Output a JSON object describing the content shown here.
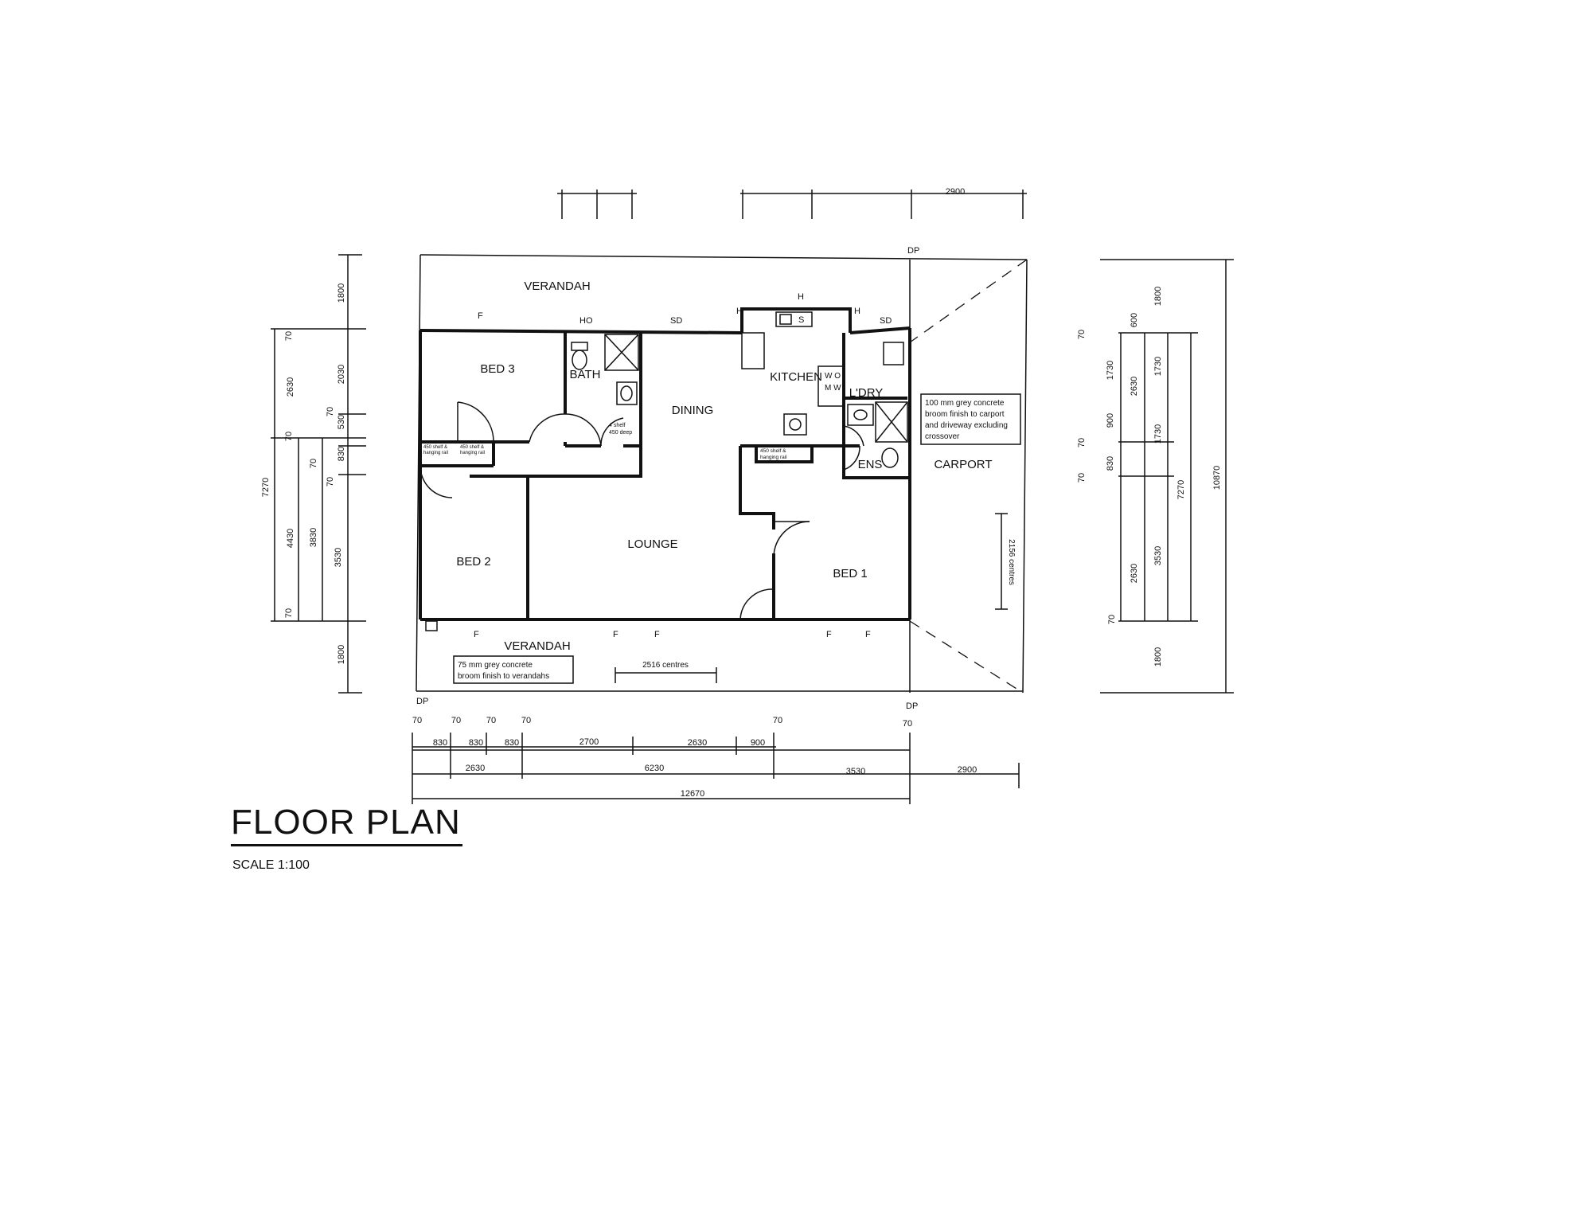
{
  "title": "FLOOR PLAN",
  "scale": "SCALE 1:100",
  "rooms": {
    "verandah_top": "VERANDAH",
    "verandah_bottom": "VERANDAH",
    "bed3": "BED 3",
    "bath": "BATH",
    "dining": "DINING",
    "kitchen": "KITCHEN",
    "laundry": "L'DRY",
    "ensuite": "ENS",
    "carport": "CARPORT",
    "bed2": "BED 2",
    "lounge": "LOUNGE",
    "bed1": "BED 1"
  },
  "notes": {
    "carport": [
      "100 mm grey concrete",
      "broom finish to carport",
      "and driveway excluding",
      "crossover"
    ],
    "verandah": [
      "75 mm grey concrete",
      "broom finish to verandahs"
    ],
    "centres_bottom": "2516 centres",
    "centres_right": "2156 centres",
    "shelf_bath": [
      "4 shelf",
      "450 deep"
    ],
    "shelf_bed3": [
      "450 shelf &",
      "hanging rail"
    ],
    "shelf_bed2": [
      "450 shelf &",
      "hanging rail"
    ],
    "shelf_bed1": [
      "450 shelf &",
      "hanging rail"
    ],
    "wo": "W O",
    "mw": "M W"
  },
  "labels": {
    "f": "F",
    "ho": "HO",
    "h": "H",
    "sd": "SD",
    "dp": "DP",
    "s": "S"
  },
  "dims": {
    "bottom_row1": [
      "70",
      "70",
      "70",
      "70",
      "70",
      "70"
    ],
    "bottom_row2": [
      "830",
      "830",
      "830",
      "2700",
      "2630",
      "900"
    ],
    "bottom_row3": [
      "2630",
      "6230",
      "3530",
      "2900"
    ],
    "bottom_total": "12670",
    "top_partial": "2900",
    "left_outer": [
      "1800",
      "7270",
      "1800"
    ],
    "left_inner": [
      "70",
      "2630",
      "70",
      "4430",
      "70"
    ],
    "left_mid": [
      "2030",
      "70",
      "530",
      "70",
      "830",
      "70",
      "3830",
      "3530"
    ],
    "right_inner": [
      "70",
      "600",
      "1730",
      "2630",
      "900",
      "1730",
      "830",
      "1730",
      "70",
      "70",
      "2630",
      "3530",
      "70"
    ],
    "right_outer": [
      "1800",
      "7270",
      "10870",
      "1800"
    ]
  }
}
